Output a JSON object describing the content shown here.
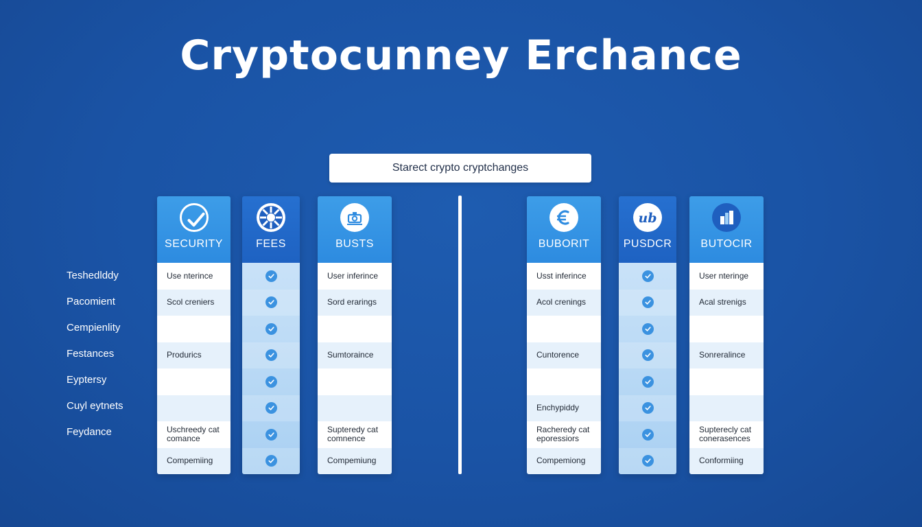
{
  "page": {
    "title": "Cryptocunney Erchance",
    "search_placeholder": "Starect crypto cryptchanges"
  },
  "row_labels": [
    "Teshedlddy",
    "Pacomient",
    "Cempienlity",
    "Festances",
    "Eyptersy",
    "Cuyl eytnets",
    "Feydance"
  ],
  "columns": [
    {
      "title": "Security",
      "icon": "check-circle-icon",
      "style": "wide",
      "cells": [
        "Use nterince",
        "Scol creniers",
        "",
        "Produrics",
        "",
        "",
        "Uschreedy cat comance",
        "Compemiing"
      ]
    },
    {
      "title": "Fees",
      "icon": "wheel-icon",
      "style": "narrow",
      "cells": [
        "check",
        "check",
        "check",
        "check",
        "check",
        "check",
        "check",
        "check"
      ]
    },
    {
      "title": "Busts",
      "icon": "camera-icon",
      "style": "wide",
      "cells": [
        "User inferince",
        "Sord erarings",
        "",
        "Sumtoraince",
        "",
        "",
        "Supteredy cat comnence",
        "Compemiung"
      ]
    },
    {
      "title": "Buborit",
      "icon": "euro-icon",
      "style": "wide",
      "cells": [
        "Usst inferince",
        "Acol crenings",
        "",
        "Cuntorence",
        "",
        "Enchypiddy",
        "Racheredy cat eporessiors",
        "Compemiong"
      ]
    },
    {
      "title": "Pusdcr",
      "icon": "ub-logo-icon",
      "style": "narrow",
      "cells": [
        "check",
        "check",
        "check",
        "check",
        "check",
        "check",
        "check",
        "check"
      ]
    },
    {
      "title": "Butocir",
      "icon": "bar-chart-icon",
      "style": "wide",
      "cells": [
        "User nteringe",
        "Acal strenigs",
        "",
        "Sonreralince",
        "",
        "",
        "Supterecly cat conerasences",
        "Conformiing"
      ]
    }
  ],
  "colors": {
    "background": "#1a53a5",
    "header_wide": "#3d9de8",
    "header_narrow": "#2670d0",
    "check": "#3b92e0"
  }
}
